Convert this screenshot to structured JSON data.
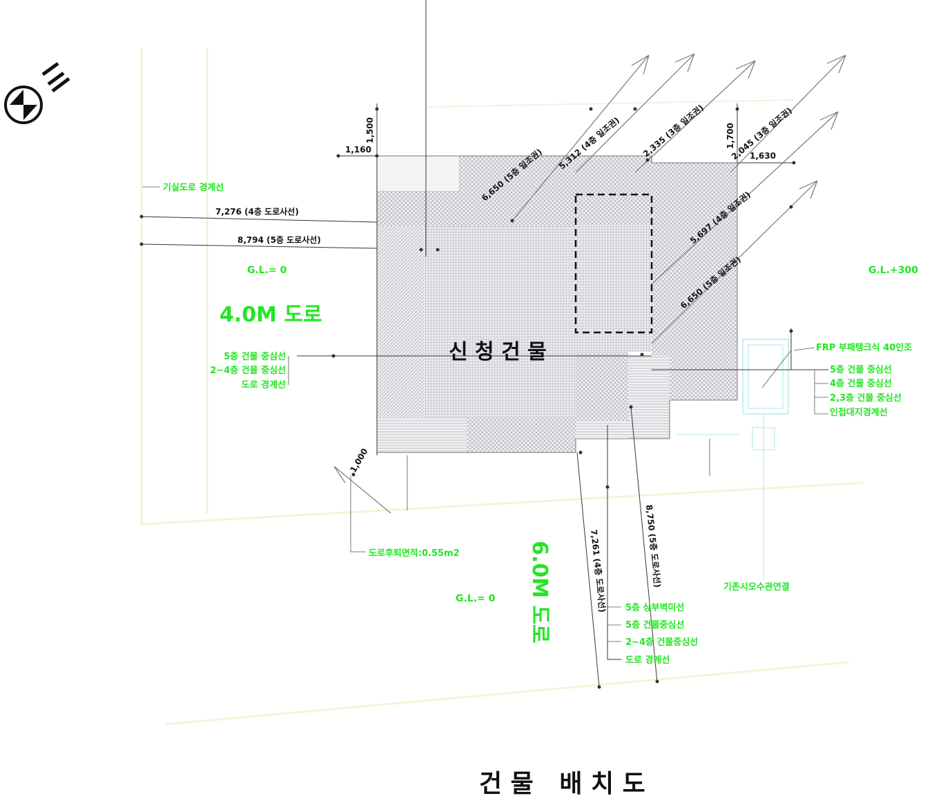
{
  "drawing": {
    "title": "건 물   배 치 도",
    "building_label": "신 청 건 물",
    "road_west": "4.0M 도로",
    "road_south": "6.0M 도로",
    "gl_west": "G.L.= 0",
    "gl_east": "G.L.+300",
    "gl_south": "G.L.= 0"
  },
  "dimensions": {
    "d1500": "1,500",
    "d1160": "1,160",
    "d7276": "7,276 (4층 도로사선)",
    "d8794": "8,794 (5층 도로사선)",
    "d6650a": "6,650 (5층 일조권)",
    "d5312": "5,312 (4층 일조권)",
    "d2335": "2,335 (3층 일조권)",
    "d1700": "1,700",
    "d2045": "2,045 (3층 일조권)",
    "d1630": "1,630",
    "d5697": "5,697 (4층 일조권)",
    "d6650b": "6,650 (5층 일조권)",
    "d1000": "1,000",
    "d7261": "7,261 (4층 도로사선)",
    "d8750": "8,750 (5층 도로사선)"
  },
  "annotations": {
    "existing_road": "기실도로 경계선",
    "west_lines": [
      "5층 건물 중심선",
      "2~4층 건물 중심선",
      "도로 경계선"
    ],
    "frp": "FRP 부패탱크식 40인조",
    "east_lines": [
      "5층 건물 중심선",
      "4층 건물 중심선",
      "2,3층 건물 중심선",
      "인접대지경계선"
    ],
    "road_area": "도로후퇴면적:0.55m2",
    "sewer": "기존시오수관연결",
    "south_lines": [
      "5층 상부벽미선",
      "5층 건물중심선",
      "2~4층 건물중심선",
      "도로 경계선"
    ]
  },
  "colors": {
    "annotation": "#22e622",
    "ink": "#111111",
    "guide": "#f3f3dc"
  }
}
